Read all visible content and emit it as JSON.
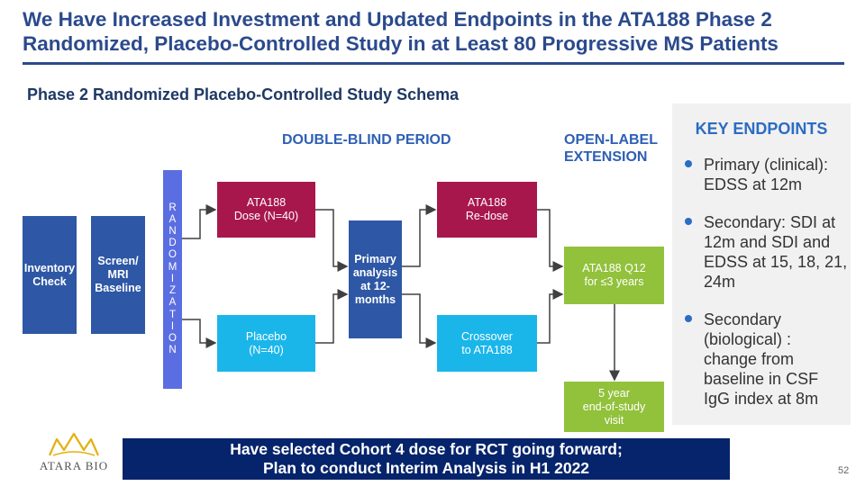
{
  "slide": {
    "title": "We Have Increased Investment and Updated Endpoints in the ATA188 Phase 2 Randomized, Placebo-Controlled Study in at Least 80 Progressive MS Patients",
    "subtitle": "Phase 2 Randomized Placebo-Controlled Study Schema",
    "page_number": "52"
  },
  "schema": {
    "double_blind_label": "DOUBLE-BLIND PERIOD",
    "open_label_line1": "OPEN-LABEL",
    "open_label_line2": "EXTENSION",
    "randomization_letters": [
      "R",
      "A",
      "N",
      "D",
      "O",
      "M",
      "I",
      "Z",
      "A",
      "T",
      "I",
      "O",
      "N"
    ],
    "boxes": {
      "inventory": [
        "Inventory",
        "Check"
      ],
      "screen": [
        "Screen/",
        "MRI",
        "Baseline"
      ],
      "ata_dose": [
        "ATA188",
        "Dose (N=40)"
      ],
      "placebo": [
        "Placebo",
        "(N=40)"
      ],
      "primary": [
        "Primary",
        "analysis",
        "at 12-",
        "months"
      ],
      "redose": [
        "ATA188",
        "Re-dose"
      ],
      "crossover": [
        "Crossover",
        "to ATA188"
      ],
      "q12": [
        "ATA188 Q12",
        "for ≤3 years"
      ],
      "eos": [
        "5 year",
        "end-of-study",
        "visit"
      ]
    },
    "colors": {
      "dark_blue": "#2e57a5",
      "cyan": "#1ab6ea",
      "maroon": "#a7174c",
      "green": "#92c13b",
      "randomization": "#5b6ee1"
    }
  },
  "endpoints": {
    "title": "KEY ENDPOINTS",
    "items": [
      "Primary (clinical): EDSS at 12m",
      "Secondary: SDI at 12m and SDI and EDSS at 15, 18, 21, 24m",
      "Secondary (biological) : change from baseline in CSF IgG index at 8m"
    ]
  },
  "banner": {
    "line1": "Have selected Cohort 4 dose for RCT going forward;",
    "line2": "Plan to conduct Interim Analysis in H1 2022"
  },
  "logo": {
    "text": "ATARA BIO"
  }
}
